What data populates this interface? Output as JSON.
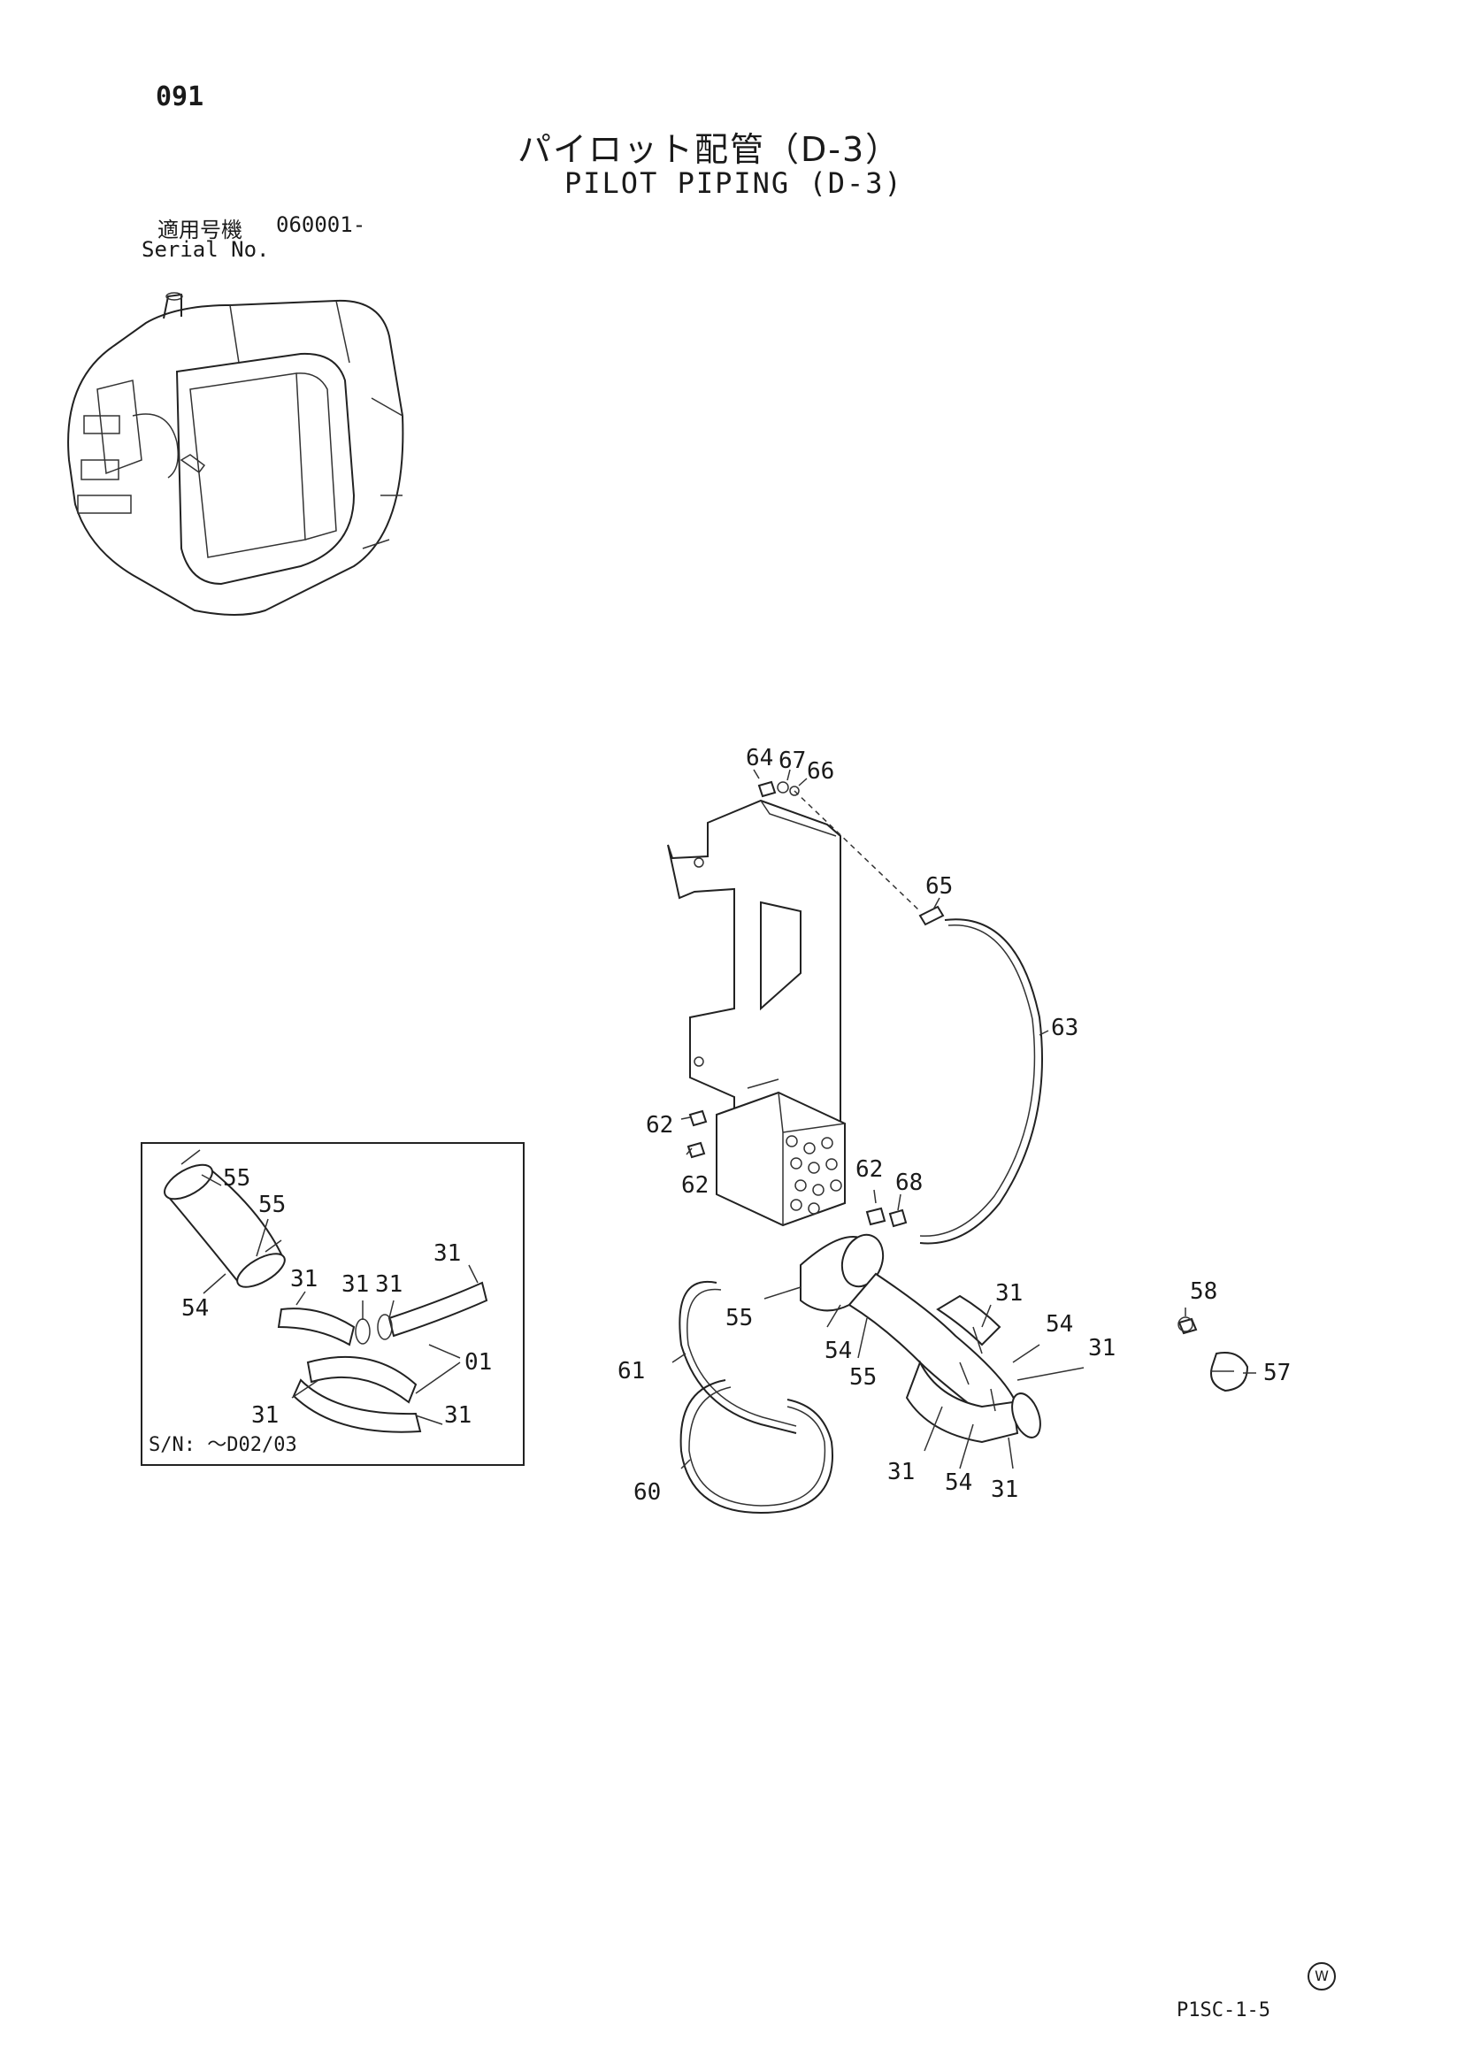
{
  "page_number": "091",
  "title_jp": "パイロット配管（D-3）",
  "title_en": "PILOT PIPING (D-3)",
  "serial": {
    "label_jp": "適用号機",
    "range": "060001-",
    "label_en": "Serial No."
  },
  "inset": {
    "serial_note": "S/N: ～D02/03",
    "callouts": [
      "55",
      "55",
      "54",
      "31",
      "31",
      "31",
      "31",
      "01",
      "31",
      "31"
    ]
  },
  "main_callouts": [
    "64",
    "67",
    "66",
    "65",
    "63",
    "62",
    "62",
    "62",
    "68",
    "55",
    "54",
    "55",
    "61",
    "60",
    "31",
    "54",
    "31",
    "31",
    "54",
    "31",
    "58",
    "57"
  ],
  "page_code": "P1SC-1-5",
  "mark": "W"
}
